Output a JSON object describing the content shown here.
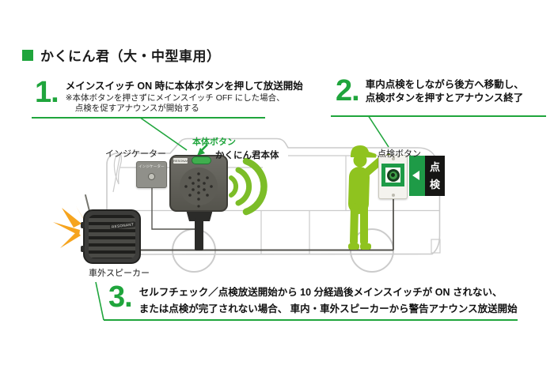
{
  "title": {
    "text": "かくにん君（大・中型車用）"
  },
  "steps": [
    {
      "number": "1.",
      "line1": "メインスイッチ ON 時に本体ボタンを押して放送開始",
      "note1": "※本体ボタンを押さずにメインスイッチ OFF にした場合、",
      "note2": "点検を促すアナウンスが開始する"
    },
    {
      "number": "2.",
      "line1": "車内点検をしながら後方へ移動し、",
      "line2": "点検ボタンを押すとアナウンス終了"
    },
    {
      "number": "3.",
      "line1": "セルフチェック／点検放送開始から 10 分経過後メインスイッチが ON されない、",
      "line2": "または点検が完了されない場合、 車内・車外スピーカーから警告アナウンス放送開始"
    }
  ],
  "diagram": {
    "labels": {
      "indicator": "インジケーター",
      "main_button": "本体ボタン",
      "main_unit": "かくにん君本体",
      "inspection_button": "点検ボタン",
      "external_speaker": "車外スピーカー"
    },
    "device_text": {
      "indicator_panel": "インジケーター",
      "main_unit_brand": "RESONANT",
      "speaker_brand": "RESONANT",
      "sign_char1": "点",
      "sign_char2": "検"
    }
  },
  "icons": {
    "title_bullet": "green-square-icon",
    "main_button_arrow": "down-left-arrow-icon",
    "sound_waves": "sound-waves-icon",
    "sound_burst": "sound-burst-icon",
    "sign_triangle": "left-triangle-icon",
    "worker": "worker-silhouette",
    "mirror": "bus-mirror-icon"
  },
  "colors": {
    "accent_green": "#1FA53C",
    "sign_green": "#1E9B47",
    "lime_green": "#8FC31F",
    "wave_green": "#7CBD28",
    "burst_orange": "#F6A41E",
    "bus_outline_gray": "#CBCBCB",
    "wire_gray": "#55544F"
  }
}
